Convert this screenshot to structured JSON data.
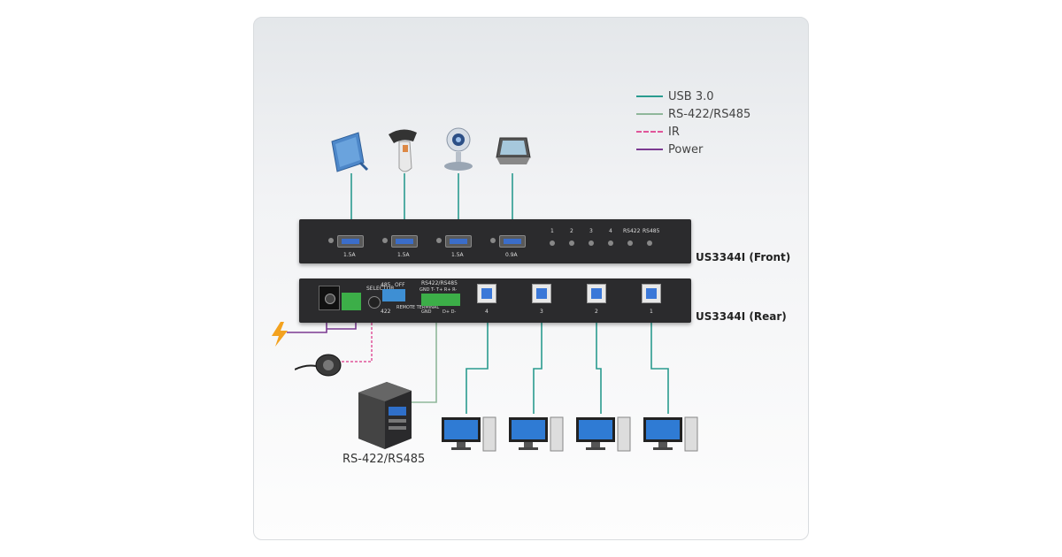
{
  "legend": {
    "items": [
      {
        "label": "USB 3.0",
        "color": "#2a9b8f",
        "style": "solid"
      },
      {
        "label": "RS-422/RS485",
        "color": "#8fb79a",
        "style": "solid"
      },
      {
        "label": "IR",
        "color": "#e0559a",
        "style": "dashed"
      },
      {
        "label": "Power",
        "color": "#7b3a91",
        "style": "solid"
      }
    ]
  },
  "front_panel": {
    "label": "US3344I (Front)",
    "port_currents": [
      "1.5A",
      "1.5A",
      "1.5A",
      "0.9A"
    ],
    "led_labels": [
      "1",
      "2",
      "3",
      "4",
      "RS422",
      "RS485"
    ]
  },
  "rear_panel": {
    "label": "US3344I (Rear)",
    "port_numbers": [
      "4",
      "3",
      "2",
      "1"
    ],
    "connector_labels": {
      "selector": "SELECTOR",
      "rs422_rs485": "RS422/RS485",
      "gnd_pins": "GND T- T+ R+ R-",
      "d_pins": "D+ D-",
      "gnd2": "GND",
      "pin485": "485",
      "pin422": "422",
      "off": "OFF",
      "remote_terminal": "REMOTE TERMINAL"
    }
  },
  "devices": {
    "top": [
      "tablet-icon",
      "barcode-scanner-icon",
      "webcam-icon",
      "touchscreen-icon"
    ],
    "computers": [
      "computer-icon",
      "computer-icon",
      "computer-icon",
      "computer-icon"
    ],
    "server_label": "RS-422/RS485"
  }
}
